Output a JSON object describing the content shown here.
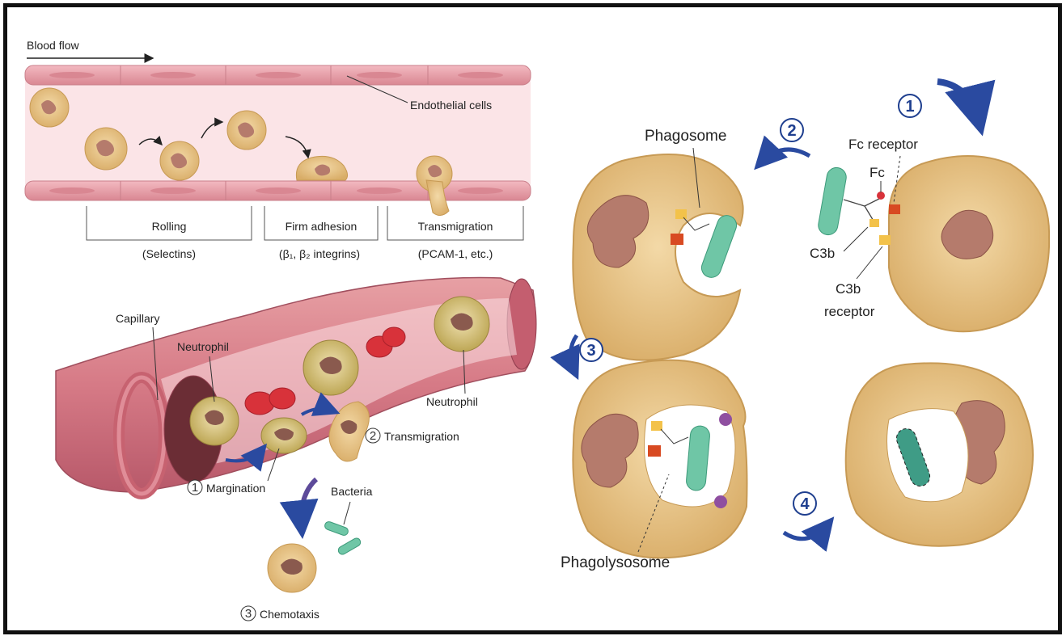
{
  "left_top": {
    "blood_flow": "Blood flow",
    "endothelial": "Endothelial cells",
    "stages": [
      {
        "name": "Rolling",
        "mediator": "(Selectins)"
      },
      {
        "name": "Firm adhesion",
        "mediator": "(β₁, β₂ integrins)"
      },
      {
        "name": "Transmigration",
        "mediator": "(PCAM-1, etc.)"
      }
    ]
  },
  "left_bottom": {
    "capillary": "Capillary",
    "neutrophil_1": "Neutrophil",
    "neutrophil_2": "Neutrophil",
    "margination": "Margination",
    "transmigration": "Transmigration",
    "bacteria": "Bacteria",
    "chemotaxis": "Chemotaxis",
    "step_numbers": [
      "1",
      "2",
      "3"
    ]
  },
  "right": {
    "phagosome": "Phagosome",
    "fc_receptor": "Fc receptor",
    "fc": "Fc",
    "c3b": "C3b",
    "c3b_receptor_1": "C3b",
    "c3b_receptor_2": "receptor",
    "phagolysosome": "Phagolysosome",
    "step_numbers": [
      "1",
      "2",
      "3",
      "4"
    ]
  },
  "colors": {
    "cell_fill": "#e8c58a",
    "cell_edge": "#c79a55",
    "nucleus": "#b57b6c",
    "vessel": "#e9a3ad",
    "vessel_lumen": "#fbe5e8",
    "arrow_blue": "#2a4aa0",
    "bacteria": "#6fc6a6",
    "rbc": "#d8323a"
  }
}
